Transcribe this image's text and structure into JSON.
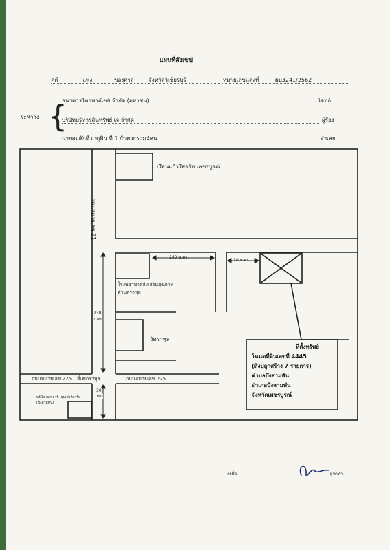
{
  "header": {
    "title": "แผนที่สังเขป",
    "case_label": "คดี",
    "civil_label": "แพ่ง",
    "court_label": "ของศาล",
    "court_name": "จังหวัดวิเชียรบุรี",
    "black_no_label": "หมายเลขแดงที่",
    "black_no": "ผบ3241/2562"
  },
  "parties": {
    "between": "ระหว่าง",
    "plaintiff": "ธนาคารไทยพาณิชย์ จำกัด (มหาชน)",
    "plaintiff_role": "โจทก์",
    "petitioner": "บริษัทบริหารสินทรัพย์ เจ จำกัด",
    "petitioner_role": "ผู้ร้อง",
    "defendant": "นายสมศักดิ์ เกตุพิน ที่ 1 กับพวกรวม4คน",
    "defendant_role": "จำเลย"
  },
  "map": {
    "resort": "เรือนแก้วรีสอร์ท เพชรบูรณ์",
    "road21": "ถนนหมายเลข 21",
    "dist140": "140 เมตร",
    "dist10": "10 เมตร",
    "hospital1": "โรงพยาบาลส่งเสริมสุขภาพ",
    "hospital2": "ตำบลราหุล",
    "dist230": "230",
    "unit_meter": "เมตร",
    "temple": "วัดราหุล",
    "road225_left": "ถนนหมายเลข 225",
    "junction": "สี่แยกราหุล",
    "road225_right": "ถนนหมายเลข 225",
    "dist30": "30",
    "company1": "บริษัท เอส.อาร์. ซุปเปอร์มาร์ท",
    "company2": "(บึงสามพัน)",
    "site": {
      "title": "ที่ตั้งทรัพย์",
      "line1": "โฉนดที่ดินเลขที่ 4445",
      "line2": "(สิ่งปลูกสร้าง 7 รายการ)",
      "line3": "ตำบลบึงสามพัน",
      "line4": "อำเภอบึงสามพัน",
      "line5": "จังหวัดเพชรบูรณ์"
    }
  },
  "signature": {
    "sign_label": "ลงชื่อ",
    "role": "ผู้จัดทำ"
  }
}
